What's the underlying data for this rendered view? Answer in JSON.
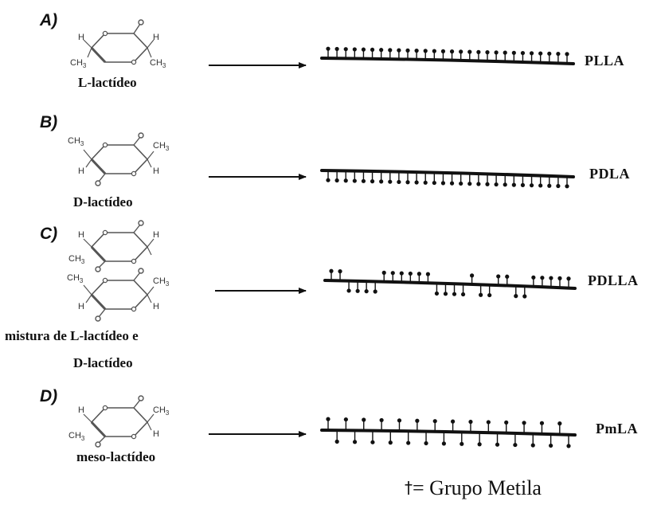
{
  "rows": [
    {
      "letter": "A)",
      "monomer": "L-lactídeo",
      "polymer": "PLLA"
    },
    {
      "letter": "B)",
      "monomer": "D-lactídeo",
      "polymer": "PDLA"
    },
    {
      "letter": "C)",
      "monomer_line1": "mistura de L-lactídeo e",
      "monomer_line2": "D-lactídeo",
      "polymer": "PDLLA"
    },
    {
      "letter": "D)",
      "monomer": "meso-lactídeo",
      "polymer": "PmLA"
    }
  ],
  "legend": {
    "symbol": "†",
    "text": "= Grupo Metila"
  },
  "atoms": {
    "h": "H",
    "ch3": "CH",
    "sub3": "3"
  },
  "chains": {
    "count": 28,
    "plla": "UUUUUUUUUUUUUUUUUUUUUUUUUUUU",
    "pdla": "DDDDDDDDDDDDDDDDDDDDDDDDDDDD",
    "pdlla": "UUDDDDUUUUUUDDDDUDDUUDDUUUUU",
    "pmla": "UDUDUDUDUDUDUDUDUDUDUDUDUDUD"
  },
  "colors": {
    "ink": "#111111",
    "structure": "#555555"
  }
}
